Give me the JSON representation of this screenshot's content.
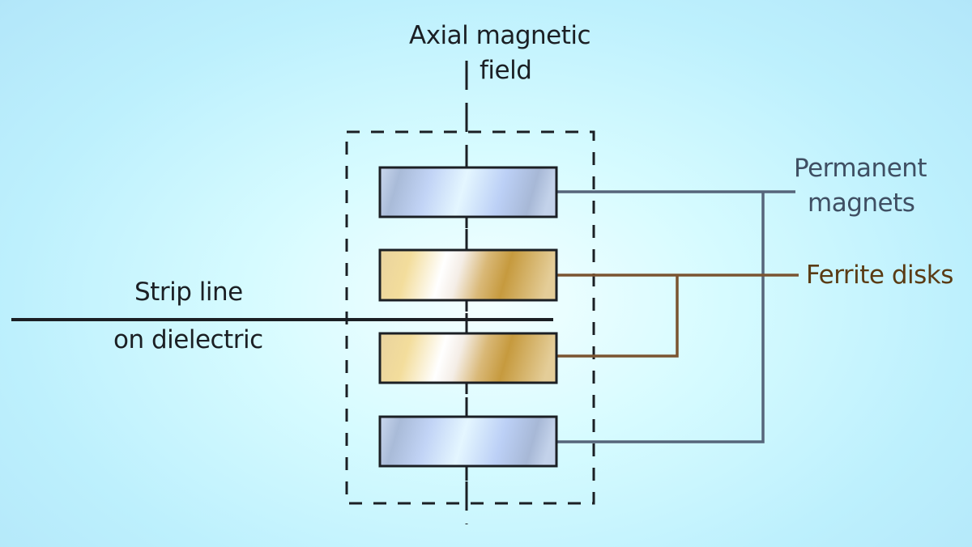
{
  "diagram": {
    "labels": {
      "axial_line1": "Axial magnetic",
      "axial_line2": "field",
      "permanent_line1": "Permanent",
      "permanent_line2": "magnets",
      "ferrite": "Ferrite disks",
      "strip_line1": "Strip line",
      "strip_line2": "on dielectric"
    },
    "components": [
      {
        "name": "permanent-magnet-top",
        "type": "permanent magnet"
      },
      {
        "name": "ferrite-disk-upper",
        "type": "ferrite disk"
      },
      {
        "name": "ferrite-disk-lower",
        "type": "ferrite disk"
      },
      {
        "name": "permanent-magnet-bottom",
        "type": "permanent magnet"
      }
    ],
    "colors": {
      "magnet_leader": "#56657a",
      "ferrite_leader": "#7a5430",
      "outline": "#1b1f24",
      "magnet_fill": "#bcd2f2",
      "ferrite_fill": "#e2c483"
    }
  }
}
